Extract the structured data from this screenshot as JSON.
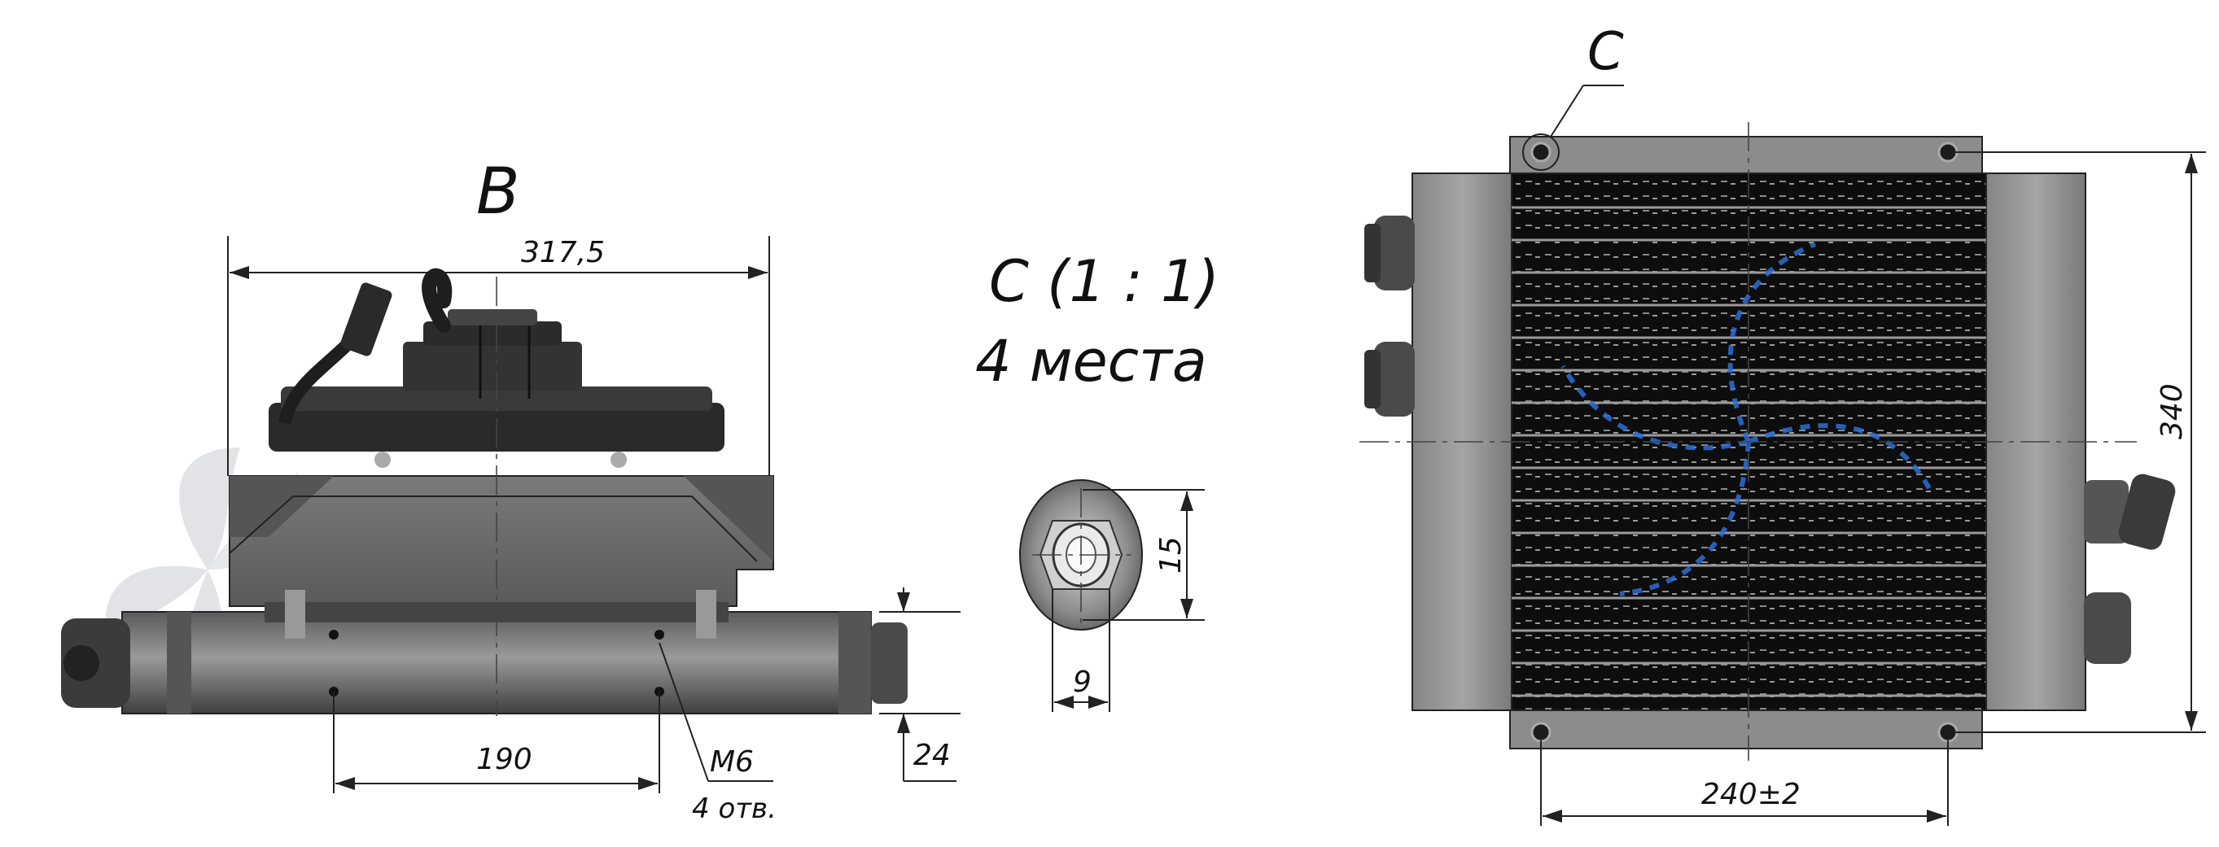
{
  "view_b": {
    "label": "B",
    "dim_width": "317,5",
    "dim_holes": "190",
    "dim_flange": "24",
    "thread": "M6",
    "thread_count": "4 отв."
  },
  "detail_c": {
    "title": "C (1 : 1)",
    "subtitle": "4 места",
    "dim_height": "15",
    "dim_width": "9"
  },
  "view_front": {
    "callout": "C",
    "dim_height": "340",
    "dim_width": "240±2"
  },
  "colors": {
    "line": "#222222",
    "body": "#6e6e6e",
    "dark": "#2a2a2a",
    "fan_blue": "#2b6fd6",
    "watermark": "#c9ccd4"
  },
  "icons": {
    "watermark": "fan-blade-logo-icon"
  }
}
